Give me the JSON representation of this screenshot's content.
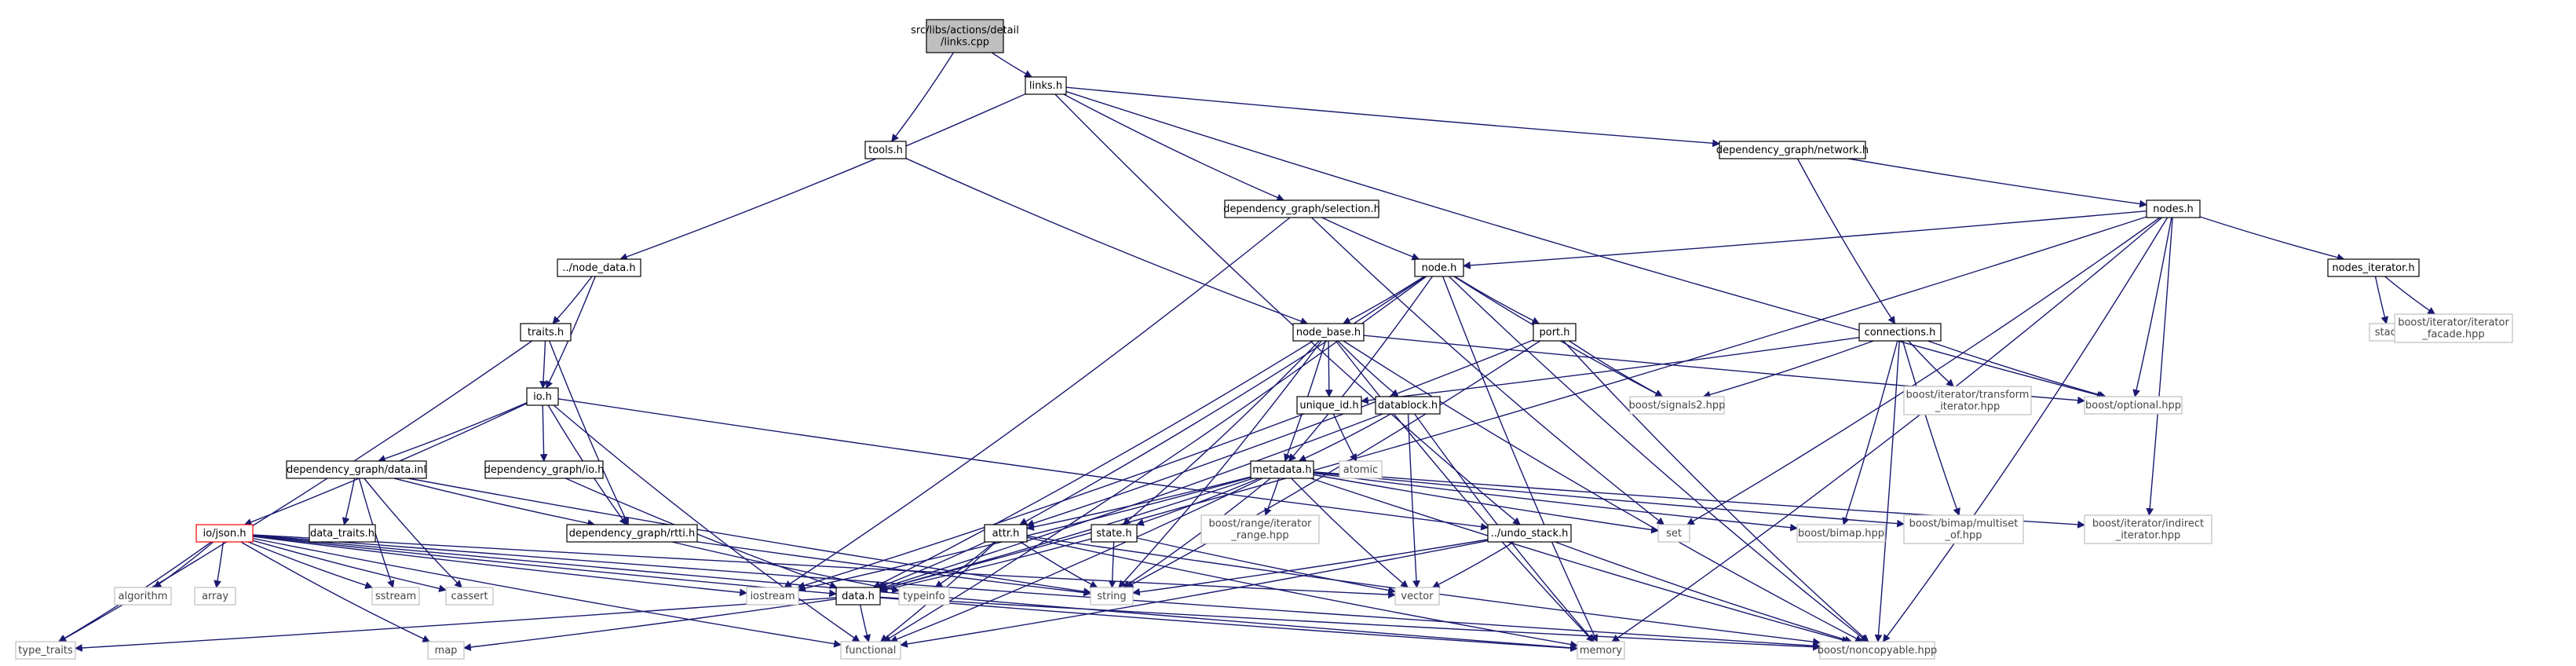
{
  "colors": {
    "edge": "#191970",
    "root_fill": "#bfbfbf",
    "node_fill": "#ffffff",
    "node_border": "#000000",
    "external_border": "#bfbfbf",
    "external_text": "#444444",
    "error_border": "#ff0000"
  },
  "nodes": [
    {
      "id": "root",
      "label": [
        "src/libs/actions/detail",
        "/links.cpp"
      ],
      "kind": "root"
    },
    {
      "id": "links_h",
      "label": [
        "links.h"
      ],
      "kind": "normal"
    },
    {
      "id": "tools_h",
      "label": [
        "tools.h"
      ],
      "kind": "normal"
    },
    {
      "id": "network_h",
      "label": [
        "dependency_graph/network.h"
      ],
      "kind": "normal"
    },
    {
      "id": "selection_h",
      "label": [
        "dependency_graph/selection.h"
      ],
      "kind": "normal"
    },
    {
      "id": "nodes_h",
      "label": [
        "nodes.h"
      ],
      "kind": "normal"
    },
    {
      "id": "node_data_h",
      "label": [
        "../node_data.h"
      ],
      "kind": "normal"
    },
    {
      "id": "node_h",
      "label": [
        "node.h"
      ],
      "kind": "normal"
    },
    {
      "id": "nodes_iterator_h",
      "label": [
        "nodes_iterator.h"
      ],
      "kind": "normal"
    },
    {
      "id": "traits_h",
      "label": [
        "traits.h"
      ],
      "kind": "normal"
    },
    {
      "id": "node_base_h",
      "label": [
        "node_base.h"
      ],
      "kind": "normal"
    },
    {
      "id": "port_h",
      "label": [
        "port.h"
      ],
      "kind": "normal"
    },
    {
      "id": "connections_h",
      "label": [
        "connections.h"
      ],
      "kind": "normal"
    },
    {
      "id": "stack",
      "label": [
        "stack"
      ],
      "kind": "external"
    },
    {
      "id": "iterator_facade",
      "label": [
        "boost/iterator/iterator",
        "_facade.hpp"
      ],
      "kind": "external"
    },
    {
      "id": "io_h",
      "label": [
        "io.h"
      ],
      "kind": "normal"
    },
    {
      "id": "unique_id_h",
      "label": [
        "unique_id.h"
      ],
      "kind": "normal"
    },
    {
      "id": "datablock_h",
      "label": [
        "datablock.h"
      ],
      "kind": "normal"
    },
    {
      "id": "signals2",
      "label": [
        "boost/signals2.hpp"
      ],
      "kind": "external"
    },
    {
      "id": "transform_iterator",
      "label": [
        "boost/iterator/transform",
        "_iterator.hpp"
      ],
      "kind": "external"
    },
    {
      "id": "optional",
      "label": [
        "boost/optional.hpp"
      ],
      "kind": "external"
    },
    {
      "id": "data_inl",
      "label": [
        "dependency_graph/data.inl"
      ],
      "kind": "normal"
    },
    {
      "id": "dg_io_h",
      "label": [
        "dependency_graph/io.h"
      ],
      "kind": "normal"
    },
    {
      "id": "atomic",
      "label": [
        "atomic"
      ],
      "kind": "external"
    },
    {
      "id": "metadata_h",
      "label": [
        "metadata.h"
      ],
      "kind": "normal"
    },
    {
      "id": "json_h",
      "label": [
        "io/json.h"
      ],
      "kind": "error"
    },
    {
      "id": "data_traits_h",
      "label": [
        "data_traits.h"
      ],
      "kind": "normal"
    },
    {
      "id": "rtti_h",
      "label": [
        "dependency_graph/rtti.h"
      ],
      "kind": "normal"
    },
    {
      "id": "attr_h",
      "label": [
        "attr.h"
      ],
      "kind": "normal"
    },
    {
      "id": "state_h",
      "label": [
        "state.h"
      ],
      "kind": "normal"
    },
    {
      "id": "range_iterator",
      "label": [
        "boost/range/iterator",
        "_range.hpp"
      ],
      "kind": "external"
    },
    {
      "id": "undo_stack_h",
      "label": [
        "../undo_stack.h"
      ],
      "kind": "normal"
    },
    {
      "id": "set",
      "label": [
        "set"
      ],
      "kind": "external"
    },
    {
      "id": "bimap",
      "label": [
        "boost/bimap.hpp"
      ],
      "kind": "external"
    },
    {
      "id": "multiset_of",
      "label": [
        "boost/bimap/multiset",
        "_of.hpp"
      ],
      "kind": "external"
    },
    {
      "id": "indirect_iterator",
      "label": [
        "boost/iterator/indirect",
        "_iterator.hpp"
      ],
      "kind": "external"
    },
    {
      "id": "algorithm",
      "label": [
        "algorithm"
      ],
      "kind": "external"
    },
    {
      "id": "array",
      "label": [
        "array"
      ],
      "kind": "external"
    },
    {
      "id": "sstream",
      "label": [
        "sstream"
      ],
      "kind": "external"
    },
    {
      "id": "cassert",
      "label": [
        "cassert"
      ],
      "kind": "external"
    },
    {
      "id": "iostream",
      "label": [
        "iostream"
      ],
      "kind": "external"
    },
    {
      "id": "data_h",
      "label": [
        "data.h"
      ],
      "kind": "normal"
    },
    {
      "id": "typeinfo",
      "label": [
        "typeinfo"
      ],
      "kind": "external"
    },
    {
      "id": "string",
      "label": [
        "string"
      ],
      "kind": "external"
    },
    {
      "id": "vector",
      "label": [
        "vector"
      ],
      "kind": "external"
    },
    {
      "id": "type_traits",
      "label": [
        "type_traits"
      ],
      "kind": "external"
    },
    {
      "id": "map",
      "label": [
        "map"
      ],
      "kind": "external"
    },
    {
      "id": "functional",
      "label": [
        "functional"
      ],
      "kind": "external"
    },
    {
      "id": "memory",
      "label": [
        "memory"
      ],
      "kind": "external"
    },
    {
      "id": "noncopyable",
      "label": [
        "boost/noncopyable.hpp"
      ],
      "kind": "external"
    }
  ],
  "edges": [
    [
      "root",
      "links_h"
    ],
    [
      "root",
      "tools_h"
    ],
    [
      "links_h",
      "node_data_h"
    ],
    [
      "links_h",
      "selection_h"
    ],
    [
      "links_h",
      "network_h"
    ],
    [
      "links_h",
      "optional"
    ],
    [
      "links_h",
      "undo_stack_h"
    ],
    [
      "tools_h",
      "node_base_h"
    ],
    [
      "network_h",
      "nodes_h"
    ],
    [
      "network_h",
      "connections_h"
    ],
    [
      "selection_h",
      "node_h"
    ],
    [
      "selection_h",
      "iostream"
    ],
    [
      "selection_h",
      "set"
    ],
    [
      "nodes_h",
      "node_h"
    ],
    [
      "nodes_h",
      "nodes_iterator_h"
    ],
    [
      "nodes_h",
      "optional"
    ],
    [
      "nodes_h",
      "data_h"
    ],
    [
      "nodes_h",
      "set"
    ],
    [
      "nodes_h",
      "indirect_iterator"
    ],
    [
      "nodes_h",
      "memory"
    ],
    [
      "nodes_h",
      "noncopyable"
    ],
    [
      "nodes_iterator_h",
      "stack"
    ],
    [
      "nodes_iterator_h",
      "iterator_facade"
    ],
    [
      "node_data_h",
      "traits_h"
    ],
    [
      "node_data_h",
      "io_h"
    ],
    [
      "traits_h",
      "io_h"
    ],
    [
      "traits_h",
      "rtti_h"
    ],
    [
      "traits_h",
      "type_traits"
    ],
    [
      "node_h",
      "node_base_h"
    ],
    [
      "node_h",
      "port_h"
    ],
    [
      "node_h",
      "metadata_h"
    ],
    [
      "node_h",
      "signals2"
    ],
    [
      "node_h",
      "attr_h"
    ],
    [
      "node_h",
      "functional"
    ],
    [
      "node_h",
      "memory"
    ],
    [
      "node_h",
      "noncopyable"
    ],
    [
      "node_base_h",
      "unique_id_h"
    ],
    [
      "node_base_h",
      "datablock_h"
    ],
    [
      "node_base_h",
      "metadata_h"
    ],
    [
      "node_base_h",
      "optional"
    ],
    [
      "node_base_h",
      "data_h"
    ],
    [
      "node_base_h",
      "string"
    ],
    [
      "node_base_h",
      "state_h"
    ],
    [
      "node_base_h",
      "memory"
    ],
    [
      "node_base_h",
      "noncopyable"
    ],
    [
      "port_h",
      "signals2"
    ],
    [
      "port_h",
      "attr_h"
    ],
    [
      "port_h",
      "string"
    ],
    [
      "port_h",
      "noncopyable"
    ],
    [
      "connections_h",
      "unique_id_h"
    ],
    [
      "connections_h",
      "signals2"
    ],
    [
      "connections_h",
      "transform_iterator"
    ],
    [
      "connections_h",
      "optional"
    ],
    [
      "connections_h",
      "bimap"
    ],
    [
      "connections_h",
      "multiset_of"
    ],
    [
      "connections_h",
      "noncopyable"
    ],
    [
      "io_h",
      "json_h"
    ],
    [
      "io_h",
      "data_inl"
    ],
    [
      "io_h",
      "dg_io_h"
    ],
    [
      "io_h",
      "rtti_h"
    ],
    [
      "io_h",
      "functional"
    ],
    [
      "io_h",
      "undo_stack_h"
    ],
    [
      "unique_id_h",
      "atomic"
    ],
    [
      "unique_id_h",
      "iostream"
    ],
    [
      "datablock_h",
      "metadata_h"
    ],
    [
      "datablock_h",
      "data_h"
    ],
    [
      "datablock_h",
      "vector"
    ],
    [
      "datablock_h",
      "memory"
    ],
    [
      "data_inl",
      "data_traits_h"
    ],
    [
      "data_inl",
      "rtti_h"
    ],
    [
      "data_inl",
      "sstream"
    ],
    [
      "data_inl",
      "cassert"
    ],
    [
      "data_inl",
      "string"
    ],
    [
      "dg_io_h",
      "data_h"
    ],
    [
      "metadata_h",
      "attr_h"
    ],
    [
      "metadata_h",
      "state_h"
    ],
    [
      "metadata_h",
      "range_iterator"
    ],
    [
      "metadata_h",
      "set"
    ],
    [
      "metadata_h",
      "bimap"
    ],
    [
      "metadata_h",
      "multiset_of"
    ],
    [
      "metadata_h",
      "indirect_iterator"
    ],
    [
      "metadata_h",
      "data_h"
    ],
    [
      "metadata_h",
      "string"
    ],
    [
      "metadata_h",
      "vector"
    ],
    [
      "metadata_h",
      "functional"
    ],
    [
      "metadata_h",
      "noncopyable"
    ],
    [
      "metadata_h",
      "iostream"
    ],
    [
      "json_h",
      "algorithm"
    ],
    [
      "json_h",
      "array"
    ],
    [
      "json_h",
      "sstream"
    ],
    [
      "json_h",
      "cassert"
    ],
    [
      "json_h",
      "iostream"
    ],
    [
      "json_h",
      "data_h"
    ],
    [
      "json_h",
      "vector"
    ],
    [
      "json_h",
      "type_traits"
    ],
    [
      "json_h",
      "map"
    ],
    [
      "json_h",
      "functional"
    ],
    [
      "json_h",
      "memory"
    ],
    [
      "json_h",
      "noncopyable"
    ],
    [
      "rtti_h",
      "typeinfo"
    ],
    [
      "rtti_h",
      "string"
    ],
    [
      "attr_h",
      "data_h"
    ],
    [
      "attr_h",
      "typeinfo"
    ],
    [
      "attr_h",
      "string"
    ],
    [
      "attr_h",
      "functional"
    ],
    [
      "attr_h",
      "memory"
    ],
    [
      "attr_h",
      "noncopyable"
    ],
    [
      "state_h",
      "data_h"
    ],
    [
      "state_h",
      "string"
    ],
    [
      "state_h",
      "vector"
    ],
    [
      "undo_stack_h",
      "string"
    ],
    [
      "undo_stack_h",
      "vector"
    ],
    [
      "undo_stack_h",
      "functional"
    ],
    [
      "undo_stack_h",
      "noncopyable"
    ],
    [
      "data_h",
      "type_traits"
    ],
    [
      "data_h",
      "map"
    ],
    [
      "data_h",
      "functional"
    ],
    [
      "data_h",
      "memory"
    ],
    [
      "data_h",
      "noncopyable"
    ]
  ]
}
